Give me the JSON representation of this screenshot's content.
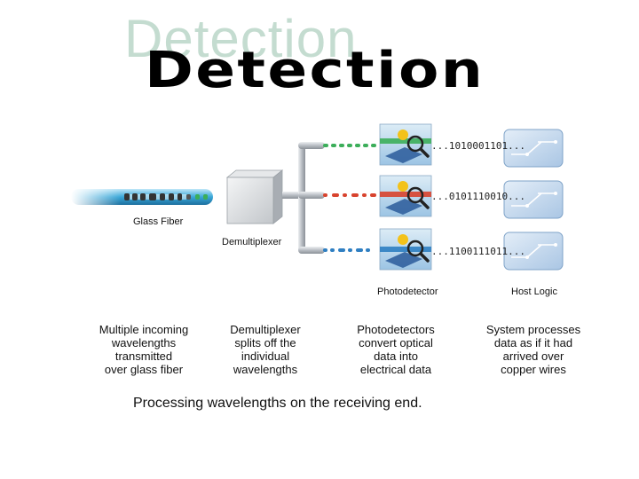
{
  "title": {
    "shadow_text": "Detection",
    "main_text": "Detection"
  },
  "labels": {
    "glass_fiber": "Glass Fiber",
    "demultiplexer": "Demultiplexer",
    "photodetector": "Photodetector",
    "host_logic": "Host Logic"
  },
  "bit_streams": [
    "...1010001101...",
    "...0101110010...",
    "...1100111011..."
  ],
  "descriptions": [
    {
      "lines": [
        "Multiple incoming",
        "wavelengths",
        "transmitted",
        "over glass fiber"
      ]
    },
    {
      "lines": [
        "Demultiplexer",
        "splits off the",
        "individual",
        "wavelengths"
      ]
    },
    {
      "lines": [
        "Photodetectors",
        "convert optical",
        "data into",
        "electrical data"
      ]
    },
    {
      "lines": [
        "System processes",
        "data as if it had",
        "arrived over",
        "copper wires"
      ]
    }
  ],
  "caption": "Processing wavelengths on the receiving end.",
  "colors": {
    "fiber": "#3aa7d8",
    "green_channel": "#3cae5a",
    "red_channel": "#d8432e",
    "blue_channel": "#2f7fc2",
    "panel_blue": "#c9ddf1",
    "pipe": "#b9bec4"
  }
}
